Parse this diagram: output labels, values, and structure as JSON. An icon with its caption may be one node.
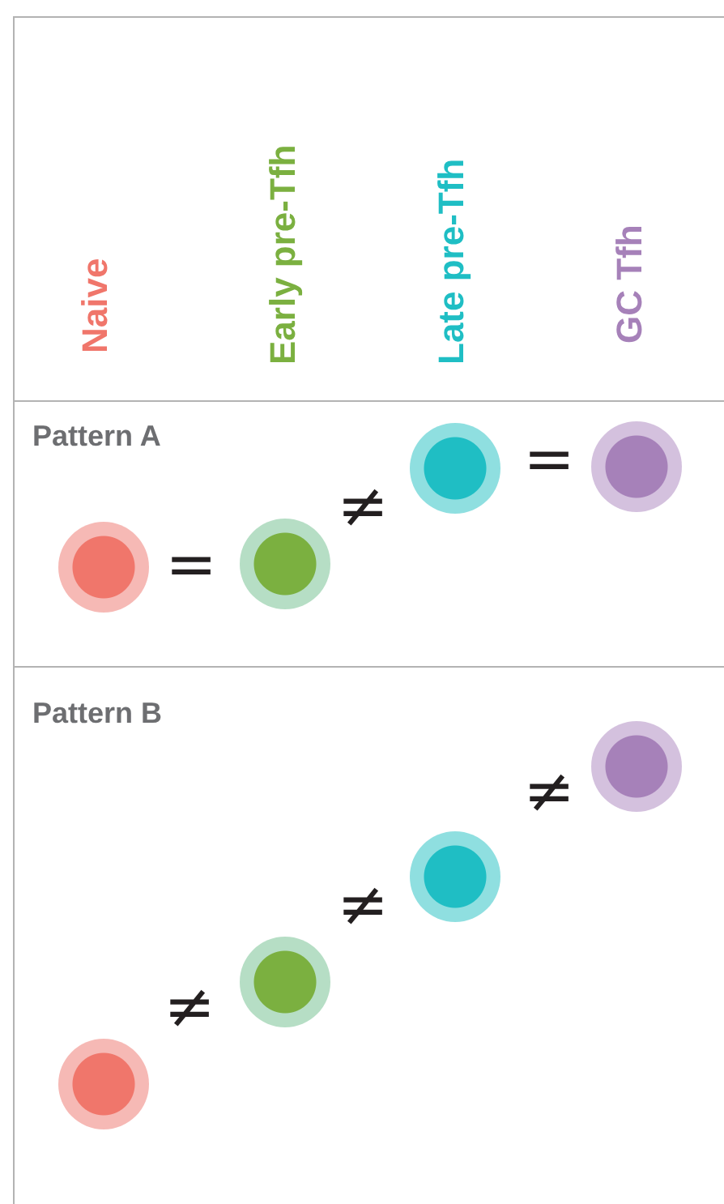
{
  "diagram": {
    "nodes": [
      {
        "text": [],
        "shape": "circle"
      },
      {
        "text": [],
        "shape": "circle"
      },
      {
        "text": [],
        "shape": "circle"
      },
      {
        "text": [],
        "shape": "circle"
      },
      {
        "text": [],
        "shape": "circle"
      },
      {
        "text": [],
        "shape": "circle"
      },
      {
        "text": [],
        "shape": "circle"
      },
      {
        "text": [],
        "shape": "circle"
      }
    ],
    "labels": [
      "Naive",
      "Early pre-Tfh",
      "Late pre-Tfh",
      "GC Tfh",
      "Pattern A",
      "=",
      "≠",
      "=",
      "Pattern B",
      "≠",
      "≠",
      "≠"
    ]
  }
}
